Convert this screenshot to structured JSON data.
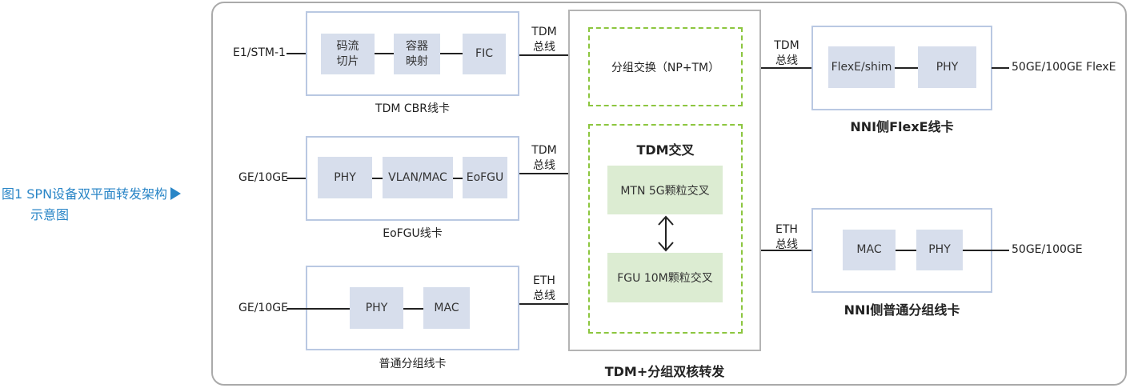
{
  "caption": {
    "line1": "图1  SPN设备双平面转发架构",
    "line2": "示意图"
  },
  "cards": {
    "tdm_cbr": {
      "title": "TDM CBR线卡",
      "input": "E1/STM-1",
      "blocks": [
        "码流\n切片",
        "容器\n映射",
        "FIC"
      ]
    },
    "eofgu": {
      "title": "EoFGU线卡",
      "input": "GE/10GE",
      "blocks": [
        "PHY",
        "VLAN/MAC",
        "EoFGU"
      ]
    },
    "packet": {
      "title": "普通分组线卡",
      "input": "GE/10GE",
      "blocks": [
        "PHY",
        "MAC"
      ]
    },
    "nni_flexe": {
      "title": "NNI侧FlexE线卡",
      "output": "50GE/100GE FlexE",
      "blocks": [
        "FlexE/shim",
        "PHY"
      ]
    },
    "nni_packet": {
      "title": "NNI侧普通分组线卡",
      "output": "50GE/100GE",
      "blocks": [
        "MAC",
        "PHY"
      ]
    }
  },
  "buses": {
    "tdm1": "TDM\n总线",
    "tdm2": "TDM\n总线",
    "eth1": "ETH\n总线",
    "tdm_right": "TDM\n总线",
    "eth_right": "ETH\n总线"
  },
  "core": {
    "title": "TDM+分组双核转发",
    "packet_switch": "分组交换（NP+TM）",
    "tdm_cross": {
      "title": "TDM交叉",
      "mtn": "MTN 5G颗粒交叉",
      "fgu": "FGU 10M颗粒交叉"
    }
  },
  "colors": {
    "caption": "#2a86c7",
    "card_border": "#b9c8e2",
    "block_fill": "#d7deec",
    "cross_fill": "#dcecd2",
    "dash": "#8cc63f"
  }
}
